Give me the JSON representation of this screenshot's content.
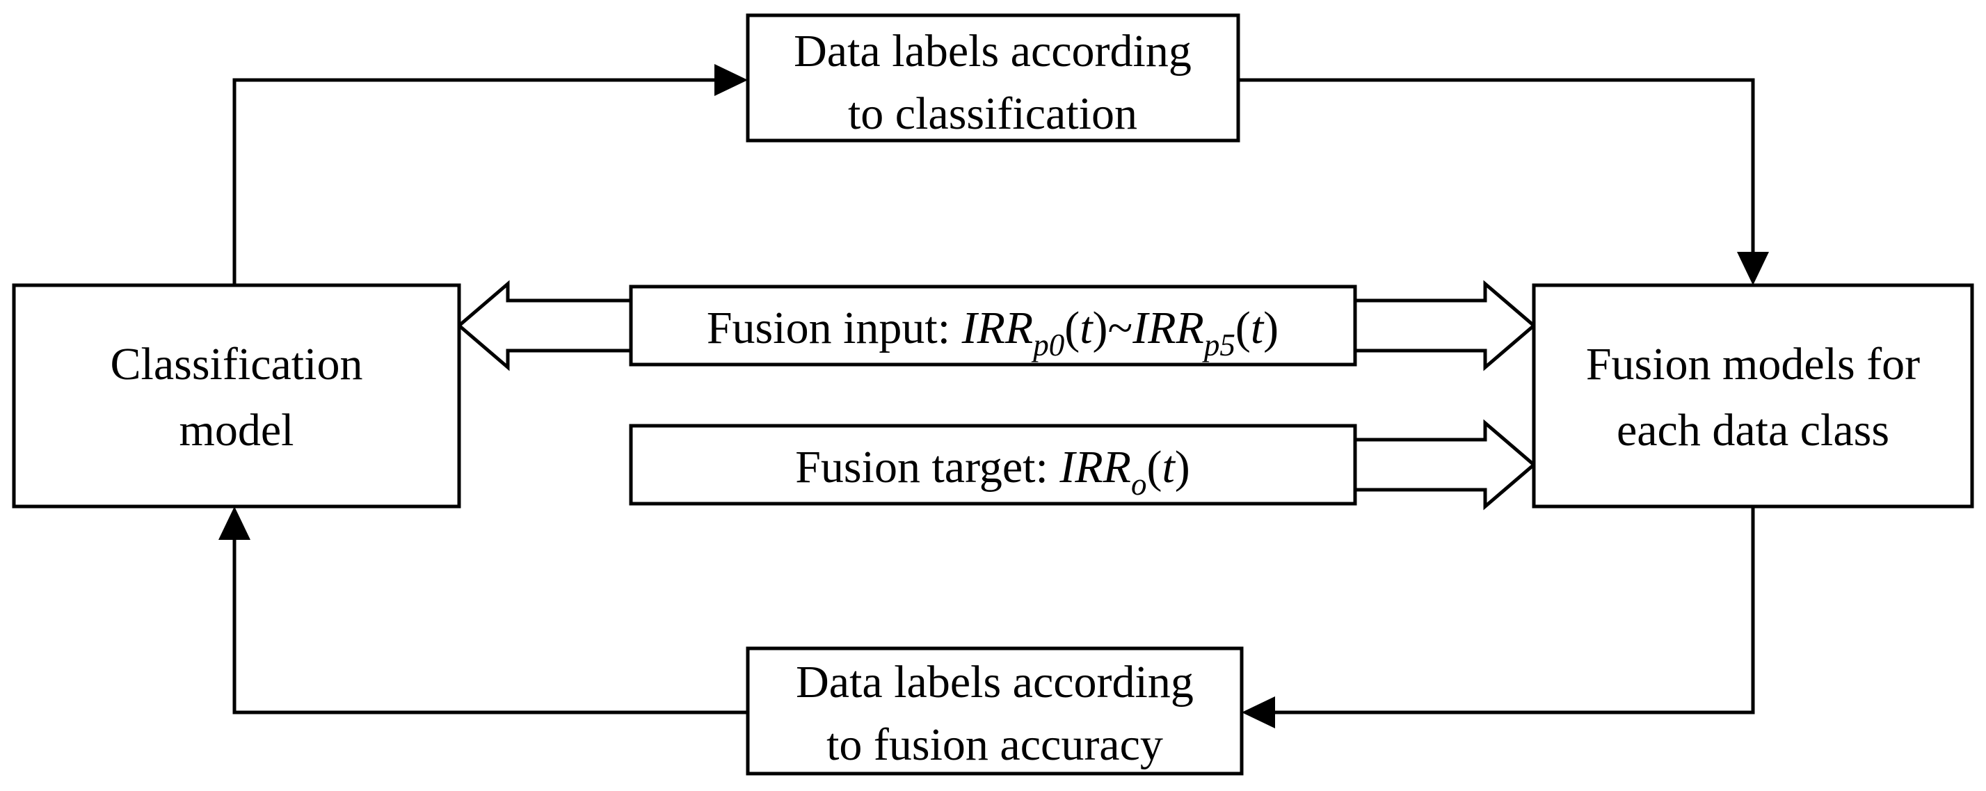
{
  "nodes": {
    "classification_model": {
      "lines": [
        "Classification",
        "model"
      ]
    },
    "fusion_models": {
      "lines": [
        "Fusion models for",
        "each data class"
      ]
    },
    "labels_classification": {
      "lines": [
        "Data labels according",
        "to classification"
      ]
    },
    "labels_accuracy": {
      "lines": [
        "Data labels according",
        "to fusion accuracy"
      ]
    },
    "fusion_input": {
      "prefix": "Fusion input: ",
      "var1": "IRR",
      "sub1": "p0",
      "arg1_open": "(",
      "arg1_t": "t",
      "arg1_close": ")",
      "tilde": "~",
      "var2": "IRR",
      "sub2": "p5",
      "arg2_open": "(",
      "arg2_t": "t",
      "arg2_close": ")"
    },
    "fusion_target": {
      "prefix": "Fusion target: ",
      "var": "IRR",
      "sub": "o",
      "arg_open": "(",
      "arg_t": "t",
      "arg_close": ")"
    }
  }
}
